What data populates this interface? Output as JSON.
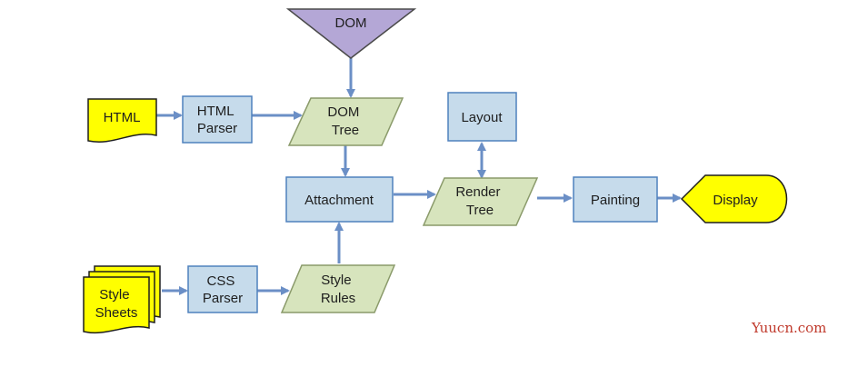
{
  "diagram": {
    "nodes": {
      "dom": "DOM",
      "html": "HTML",
      "html_parser": [
        "HTML",
        "Parser"
      ],
      "dom_tree": [
        "DOM",
        "Tree"
      ],
      "layout": "Layout",
      "attachment": "Attachment",
      "render_tree": [
        "Render",
        "Tree"
      ],
      "painting": "Painting",
      "display": "Display",
      "style_sheets": [
        "Style",
        "Sheets"
      ],
      "css_parser": [
        "CSS",
        "Parser"
      ],
      "style_rules": [
        "Style",
        "Rules"
      ]
    },
    "edges": [
      [
        "dom",
        "dom_tree"
      ],
      [
        "html",
        "html_parser"
      ],
      [
        "html_parser",
        "dom_tree"
      ],
      [
        "dom_tree",
        "attachment"
      ],
      [
        "style_sheets",
        "css_parser"
      ],
      [
        "css_parser",
        "style_rules"
      ],
      [
        "style_rules",
        "attachment"
      ],
      [
        "attachment",
        "render_tree"
      ],
      [
        "render_tree",
        "layout",
        "bidirectional"
      ],
      [
        "render_tree",
        "painting"
      ],
      [
        "painting",
        "display"
      ]
    ]
  },
  "watermark": "Yuucn.com",
  "colors": {
    "process_fill": "#c6dbeb",
    "process_stroke": "#4f81bd",
    "data_fill": "#d7e4bd",
    "data_stroke": "#8a9a6a",
    "io_fill": "#ffff00",
    "io_stroke": "#1e1e1e",
    "dom_fill": "#b4a7d6",
    "arrow": "#6b8fc6",
    "watermark": "#c0392b"
  }
}
